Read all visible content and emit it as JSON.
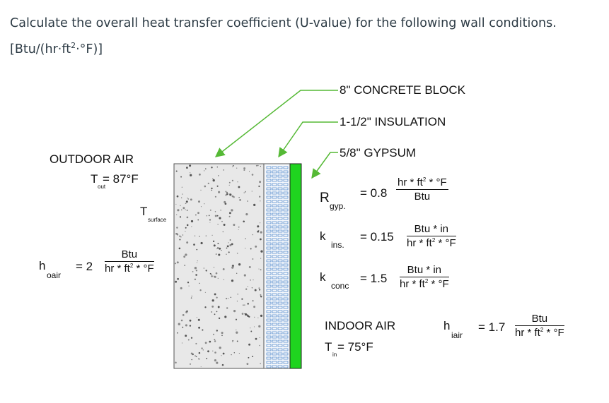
{
  "question": {
    "line1": "Calculate the overall heat transfer coefficient (U-value) for the following wall conditions.",
    "line2_prefix": "[Btu/(hr·ft",
    "line2_sup": "2",
    "line2_suffix": "·°F)]"
  },
  "figure": {
    "callouts": {
      "concrete": "8\" CONCRETE BLOCK",
      "insulation": "1-1/2\" INSULATION",
      "gypsum": "5/8\" GYPSUM"
    },
    "outdoor": {
      "title": "OUTDOOR AIR",
      "t_symbol": "T",
      "t_sub": "out",
      "t_value": "= 87°F",
      "tsurface_symbol": "T",
      "tsurface_sub": "surface",
      "h_symbol": "h",
      "h_sub": "oair",
      "h_value": "= 2",
      "h_num": "Btu",
      "h_den": "hr * ft",
      "h_den_sup": "2",
      "h_den_tail": " * °F"
    },
    "r_gyp": {
      "symbol": "R",
      "sub": "gyp.",
      "value": "= 0.8",
      "num": "hr * ft",
      "num_sup": "2",
      "num_tail": " * °F",
      "den": "Btu"
    },
    "k_ins": {
      "symbol": "k",
      "sub": "ins.",
      "value": "= 0.15",
      "num": "Btu * in",
      "den": "hr * ft",
      "den_sup": "2",
      "den_tail": " * °F"
    },
    "k_conc": {
      "symbol": "k",
      "sub": "conc",
      "value": "= 1.5",
      "num": "Btu * in",
      "den": "hr * ft",
      "den_sup": "2",
      "den_tail": " * °F"
    },
    "indoor": {
      "title": "INDOOR AIR",
      "t_symbol": "T",
      "t_sub": "in",
      "t_value": "= 75°F",
      "h_symbol": "h",
      "h_sub": "iair",
      "h_value": "= 1.7",
      "h_num": "Btu",
      "h_den": "hr * ft",
      "h_den_sup": "2",
      "h_den_tail": " * °F"
    },
    "colors": {
      "gypsum": "#1fd41f",
      "insulation_line": "#2a6fc0",
      "arrow": "#55b935",
      "concrete": "#e6e6e6"
    }
  }
}
